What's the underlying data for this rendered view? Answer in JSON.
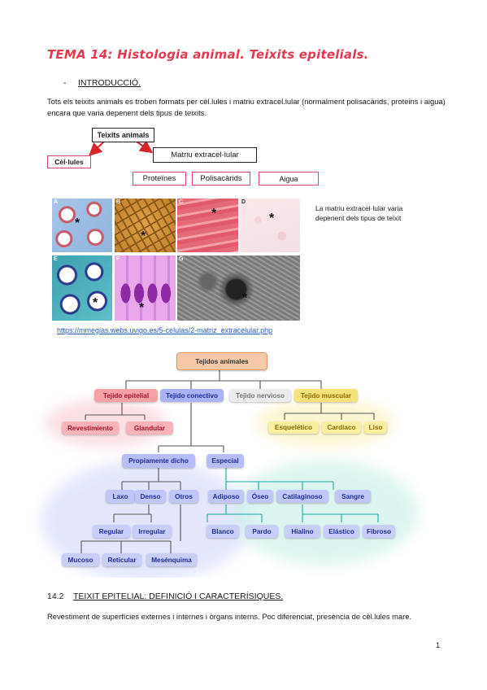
{
  "title": "TEMA 14: Histologia animal. Teixits epitelials.",
  "intro": {
    "bullet": "-",
    "heading": "INTRODUCCIÓ."
  },
  "intro_text": "Tots els teixits animals es troben formats per cèl.lules i matriu extracel.lular (normalment polisacàrids, proteins i aigua) encara que varia depenent dels tipus de teixits.",
  "scheme": {
    "root": "Teixits animals",
    "cells": "Cèl·lules",
    "matrix": "Matriu extracel·lular",
    "proteins": "Proteïnes",
    "polysaccharides": "Polisacàrids",
    "water": "Aigua"
  },
  "micro_images": {
    "labels": [
      "A",
      "B",
      "C",
      "D",
      "E",
      "F",
      "G"
    ],
    "marker": "*",
    "caption": "La matriu extracel·lular varia depenent dels tipus de teixit",
    "source_link": "https://mmegias.webs.uvigo.es/5-celulas/2-matriz_extracelular.php"
  },
  "tree": {
    "root": "Tejidos animales",
    "epitelial": "Tejido epitelial",
    "conectivo": "Tejido conectivo",
    "nervioso": "Tejido nervioso",
    "muscular": "Tejido muscular",
    "revestimiento": "Revestimiento",
    "glandular": "Glandular",
    "esqueletico": "Esquelético",
    "cardiaco": "Cardiaco",
    "liso": "Liso",
    "propiamente": "Propiamente dicho",
    "especial": "Especial",
    "laxo": "Laxo",
    "denso": "Denso",
    "otros": "Otros",
    "regular": "Regular",
    "irregular": "Irregular",
    "mucoso": "Mucoso",
    "reticular": "Reticular",
    "mesenquima": "Mesénquima",
    "adiposo": "Adiposo",
    "oseo": "Óseo",
    "cartilaginoso": "Catilaginoso",
    "sangre": "Sangre",
    "blanco": "Blanco",
    "pardo": "Pardo",
    "hialino": "Hialino",
    "elastico": "Elástico",
    "fibroso": "Fibroso"
  },
  "section": {
    "number": "14.2",
    "heading": "TEIXIT EPITELIAL: DEFINICIÓ I CARACTERÍSIQUES.",
    "text": "Revestiment de superfícies externes i internes i òrgans interns. Poc diferenciat, presència de cèl.lules mare."
  },
  "page_number": "1",
  "colors": {
    "title": "#e53a4e",
    "pink_border": "#d7457a",
    "arrow_red": "#d9242c",
    "epitelial": "#f6a0a8",
    "conectivo": "#aab3f5",
    "nervioso": "#e6e6e6",
    "muscular": "#f5e37a",
    "link": "#2b5db6"
  }
}
